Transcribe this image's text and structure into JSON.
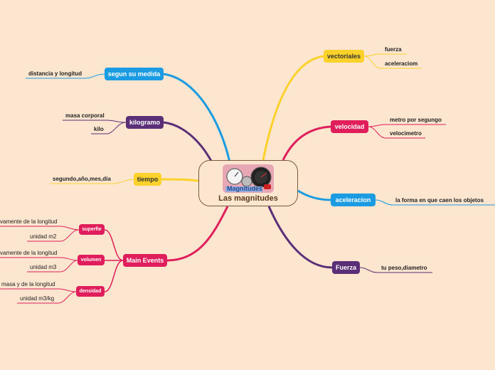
{
  "central": {
    "title": "Las magnitudes",
    "image_caption": "Magnitudes"
  },
  "colors": {
    "blue": "#1a9be2",
    "purple": "#5b2f78",
    "yellow": "#fbd12a",
    "crimson": "#df1e5b",
    "background": "#fde6cf"
  },
  "branches": {
    "segun_su_medida": {
      "label": "segun su medida",
      "leaves": [
        "distancia y longitud"
      ]
    },
    "kilogramo": {
      "label": "kilogramo",
      "leaves": [
        "masa corporal",
        "kilo"
      ]
    },
    "tiempo": {
      "label": "tiempo",
      "leaves": [
        "segundo,año,mes,dia"
      ]
    },
    "main_events": {
      "label": "Main Events",
      "children": {
        "superfie": {
          "label": "superfie",
          "leaves": [
            "vamente de la longitud",
            "unidad m2"
          ]
        },
        "volumen": {
          "label": "volumen",
          "leaves": [
            "vamente de la longitud",
            "unidad m3"
          ]
        },
        "densidad": {
          "label": "densidad",
          "leaves": [
            "masa y de la longitud",
            "unidad m3/kg"
          ]
        }
      }
    },
    "vectoriales": {
      "label": "vectoriales",
      "leaves": [
        "fuerza",
        "aceleraciom"
      ]
    },
    "velocidad": {
      "label": "velocidad",
      "leaves": [
        "metro por segungo",
        "velocimetro"
      ]
    },
    "aceleracion": {
      "label": "aceleracion",
      "leaves": [
        "la forma en que caen los objetos"
      ]
    },
    "fuerza": {
      "label": "Fuerza",
      "leaves": [
        "tu peso,diametro"
      ]
    }
  }
}
